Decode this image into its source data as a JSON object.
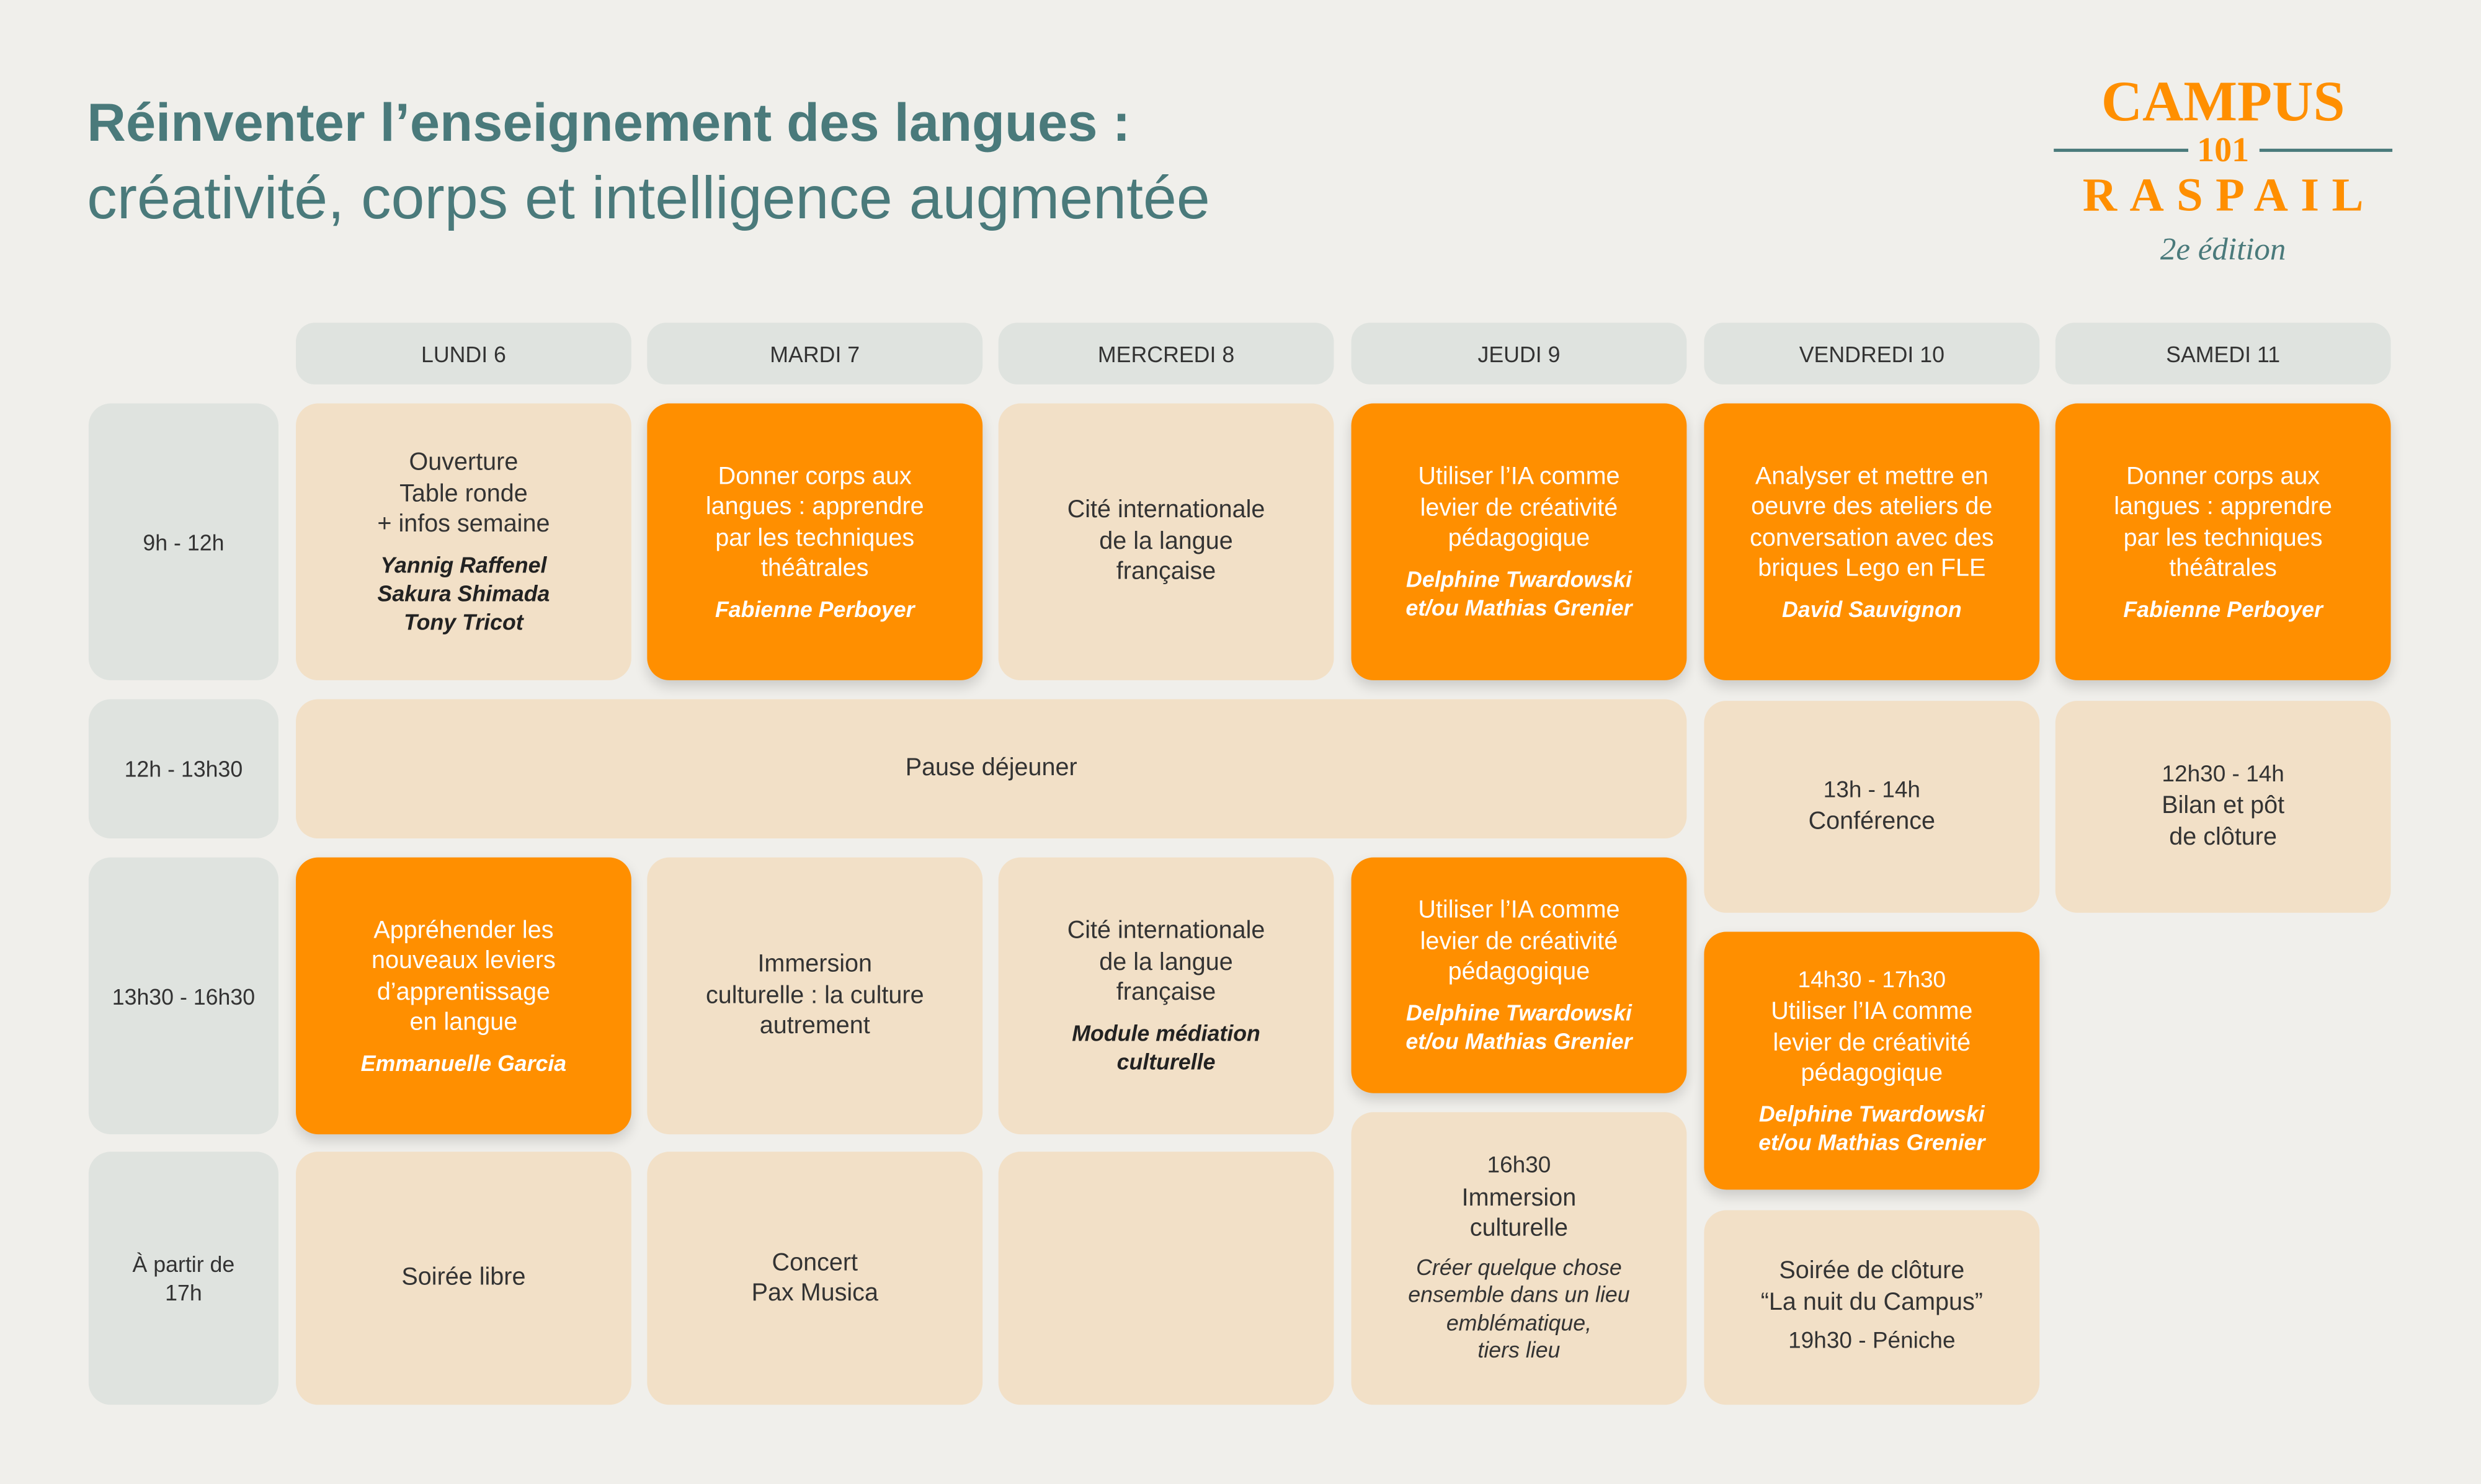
{
  "title": {
    "line1": "Réinventer l’enseignement des langues :",
    "line2": "créativité, corps et intelligence augmentée"
  },
  "logo": {
    "campus": "CAMPUS",
    "number": "101",
    "raspail": "RASPAIL",
    "edition": "2e édition"
  },
  "days": [
    "LUNDI 6",
    "MARDI 7",
    "MERCREDI 8",
    "JEUDI 9",
    "VENDREDI 10",
    "SAMEDI 11"
  ],
  "times": [
    "9h - 12h",
    "12h - 13h30",
    "13h30 - 16h30",
    "À partir de\n17h"
  ],
  "sessions": {
    "mon_am": {
      "text": "Ouverture\nTable ronde\n+ infos semaine",
      "speakers": "Yannig Raffenel\nSakura Shimada\nTony Tricot"
    },
    "tue_am": {
      "text": "Donner corps aux\nlangues : apprendre\npar les techniques\nthéâtrales",
      "speakers": "Fabienne Perboyer"
    },
    "wed_am": {
      "text": "Cité internationale\nde la langue\nfrançaise"
    },
    "thu_am": {
      "text": "Utiliser l’IA comme\nlevier de créativité\npédagogique",
      "speakers": "Delphine Twardowski\net/ou Mathias Grenier"
    },
    "fri_am": {
      "text": "Analyser et mettre en\noeuvre des ateliers de\nconversation avec des\nbriques Lego en FLE",
      "speakers": "David Sauvignon"
    },
    "sat_am": {
      "text": "Donner corps aux\nlangues : apprendre\npar les techniques\nthéâtrales",
      "speakers": "Fabienne Perboyer"
    },
    "lunch": {
      "text": "Pause déjeuner"
    },
    "fri_conf": {
      "time": "13h - 14h",
      "text": "Conférence"
    },
    "sat_close": {
      "time": "12h30 - 14h",
      "text": "Bilan et pôt\nde clôture"
    },
    "mon_pm": {
      "text": "Appréhender les\nnouveaux leviers\nd’apprentissage\nen langue",
      "speakers": "Emmanuelle Garcia"
    },
    "tue_pm": {
      "text": "Immersion\nculturelle : la culture\nautrement"
    },
    "wed_pm": {
      "text": "Cité internationale\nde la langue\nfrançaise",
      "speakers": "Module médiation\nculturelle"
    },
    "thu_pm": {
      "text": "Utiliser l’IA comme\nlevier de créativité\npédagogique",
      "speakers": "Delphine Twardowski\net/ou Mathias Grenier"
    },
    "fri_pm": {
      "time": "14h30 - 17h30",
      "text": "Utiliser l’IA comme\nlevier de créativité\npédagogique",
      "speakers": "Delphine Twardowski\net/ou Mathias Grenier"
    },
    "thu_ev": {
      "time": "16h30",
      "text": "Immersion\nculturelle",
      "note": "Créer quelque chose\nensemble dans un lieu\nemblématique,\ntiers lieu"
    },
    "mon_ev": {
      "text": "Soirée libre"
    },
    "tue_ev": {
      "text": "Concert\nPax Musica"
    },
    "fri_ev": {
      "text": "Soirée de clôture\n“La nuit du Campus”",
      "time": "19h30 - Péniche"
    }
  },
  "colors": {
    "background": "#f0efeb",
    "beige": "#f2e0c7",
    "orange": "#ff8f00",
    "teal": "#4a7a7b",
    "gray": "#dfe3df"
  }
}
